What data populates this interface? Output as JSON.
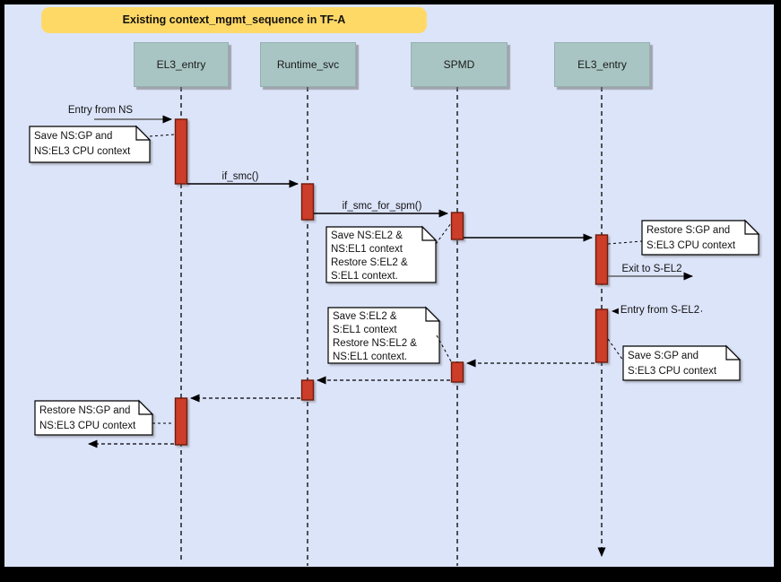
{
  "title": "Existing context_mgmt_sequence in TF-A",
  "actors": [
    {
      "label": "EL3_entry"
    },
    {
      "label": "Runtime_svc"
    },
    {
      "label": "SPMD"
    },
    {
      "label": "EL3_entry"
    }
  ],
  "messages": {
    "entry_from_ns": "Entry from NS",
    "if_smc": "if_smc()",
    "if_smc_for_spm": "if_smc_for_spm()",
    "exit_to_s_el2": "Exit to S-EL2",
    "entry_from_s_el2": "Entry from S-EL2"
  },
  "notes": [
    {
      "lines": [
        "Save NS:GP and",
        "NS:EL3 CPU context"
      ]
    },
    {
      "lines": [
        "Save NS:EL2 &",
        "NS:EL1 context",
        "Restore S:EL2 &",
        "S:EL1 context."
      ]
    },
    {
      "lines": [
        "Restore S:GP and",
        "S:EL3 CPU context"
      ]
    },
    {
      "lines": [
        "Save S:EL2 &",
        "S:EL1 context",
        "Restore NS:EL2 &",
        "NS:EL1 context."
      ]
    },
    {
      "lines": [
        "Save S:GP and",
        "S:EL3 CPU context"
      ]
    },
    {
      "lines": [
        "Restore NS:GP and",
        "NS:EL3 CPU context"
      ]
    }
  ],
  "colors": {
    "background": "#dce4fa",
    "frame": "#000000",
    "title_bg": "#ffd966",
    "actor_fill": "#a8c5c3",
    "actor_border": "#95b1af",
    "activation_fill": "#cc3e2b",
    "activation_border": "#6d1a10",
    "note_fill": "#ffffff",
    "line": "#000000",
    "external_arrow": "#5f5f5f"
  }
}
